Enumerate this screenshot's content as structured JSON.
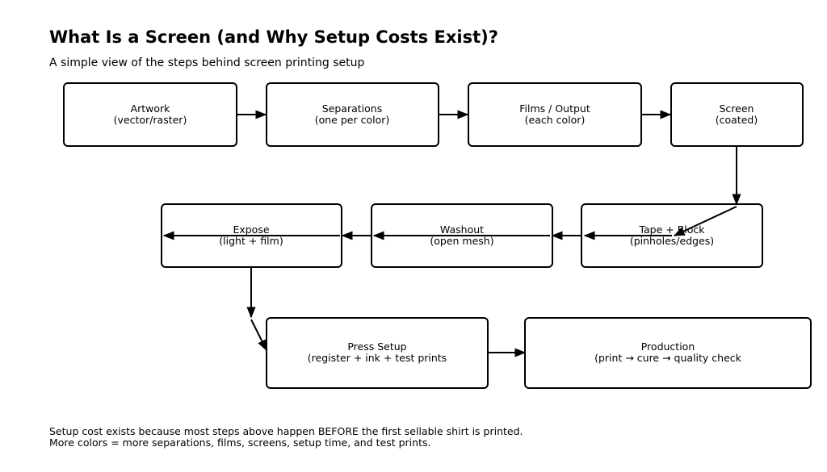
{
  "title": "What Is a Screen (and Why Setup Costs Exist)?",
  "subtitle": "A simple view of the steps behind screen printing setup",
  "nodes": [
    {
      "id": "artwork",
      "line1": "Artwork",
      "line2": "(vector/raster)"
    },
    {
      "id": "separations",
      "line1": "Separations",
      "line2": "(one per color)"
    },
    {
      "id": "films",
      "line1": "Films / Output",
      "line2": "(each color)"
    },
    {
      "id": "screen",
      "line1": "Screen",
      "line2": "(coated)"
    },
    {
      "id": "tape",
      "line1": "Tape + Block",
      "line2": "(pinholes/edges)"
    },
    {
      "id": "washout",
      "line1": "Washout",
      "line2": "(open mesh)"
    },
    {
      "id": "expose",
      "line1": "Expose",
      "line2": "(light + film)"
    },
    {
      "id": "press",
      "line1": "Press Setup",
      "line2": "(register + ink + test prints"
    },
    {
      "id": "production",
      "line1": "Production",
      "line2": "(print → cure → quality check"
    }
  ],
  "footnote": {
    "line1": "Setup cost exists because most steps above happen BEFORE the first sellable shirt is printed.",
    "line2": "More colors = more separations, films, screens, setup time, and test prints."
  }
}
